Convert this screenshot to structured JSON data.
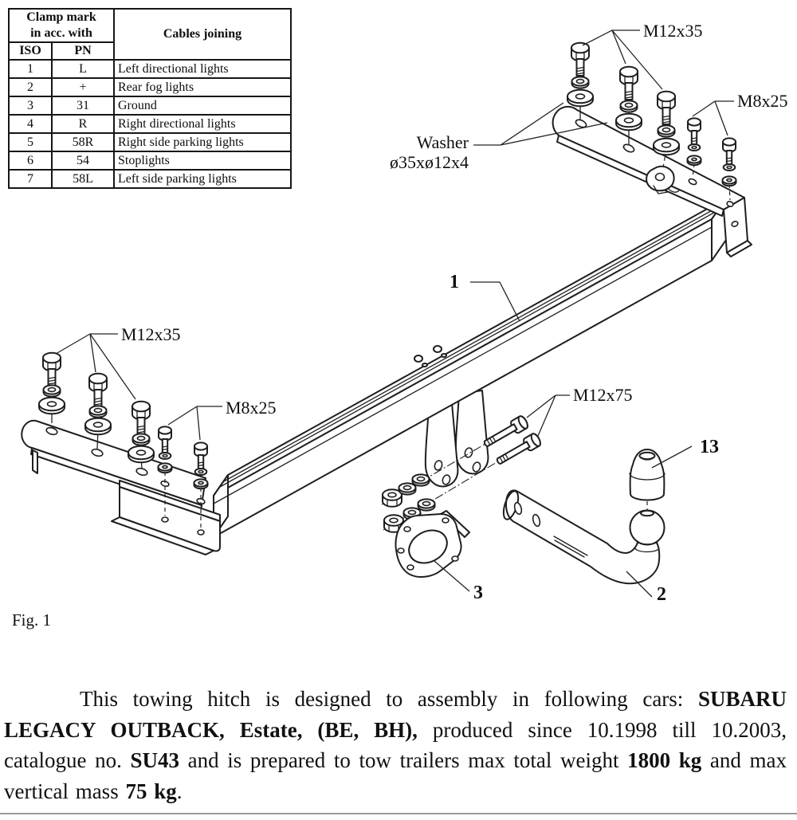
{
  "table": {
    "header": {
      "clamp_line1": "Clamp mark",
      "clamp_line2": "in acc. with",
      "iso": "ISO",
      "pn": "PN",
      "cables": "Cables joining"
    },
    "rows": [
      {
        "iso": "1",
        "pn": "L",
        "cables": "Left directional lights"
      },
      {
        "iso": "2",
        "pn": "+",
        "cables": "Rear fog lights"
      },
      {
        "iso": "3",
        "pn": "31",
        "cables": "Ground"
      },
      {
        "iso": "4",
        "pn": "R",
        "cables": "Right directional lights"
      },
      {
        "iso": "5",
        "pn": "58R",
        "cables": "Right side parking lights"
      },
      {
        "iso": "6",
        "pn": "54",
        "cables": "Stoplights"
      },
      {
        "iso": "7",
        "pn": "58L",
        "cables": "Left side parking lights"
      }
    ]
  },
  "diagram": {
    "labels": {
      "m12x35_right": "M12x35",
      "m8x25_right": "M8x25",
      "washer_line1": "Washer",
      "washer_line2": "ø35xø12x4",
      "m12x35_left": "M12x35",
      "m8x25_left": "M8x25",
      "m12x75": "M12x75",
      "part1": "1",
      "part13": "13",
      "part3": "3",
      "part2": "2"
    },
    "caption": "Fig. 1"
  },
  "paragraph": {
    "seg1": "This towing hitch is designed to assembly in following cars: ",
    "seg2_bold": "SUBARU LEGACY OUTBACK, Estate, (BE, BH),",
    "seg3": " produced since 10.1998 till 10.2003, catalogue no. ",
    "seg4_bold": "SU43",
    "seg5": " and is prepared to tow trailers max total weight ",
    "seg6_bold": "1800 kg",
    "seg7": " and max vertical mass ",
    "seg8_bold": "75 kg",
    "seg9": "."
  },
  "colors": {
    "ink": "#1f1f1f",
    "separator": "#9a9a9a",
    "page": "#ffffff"
  }
}
